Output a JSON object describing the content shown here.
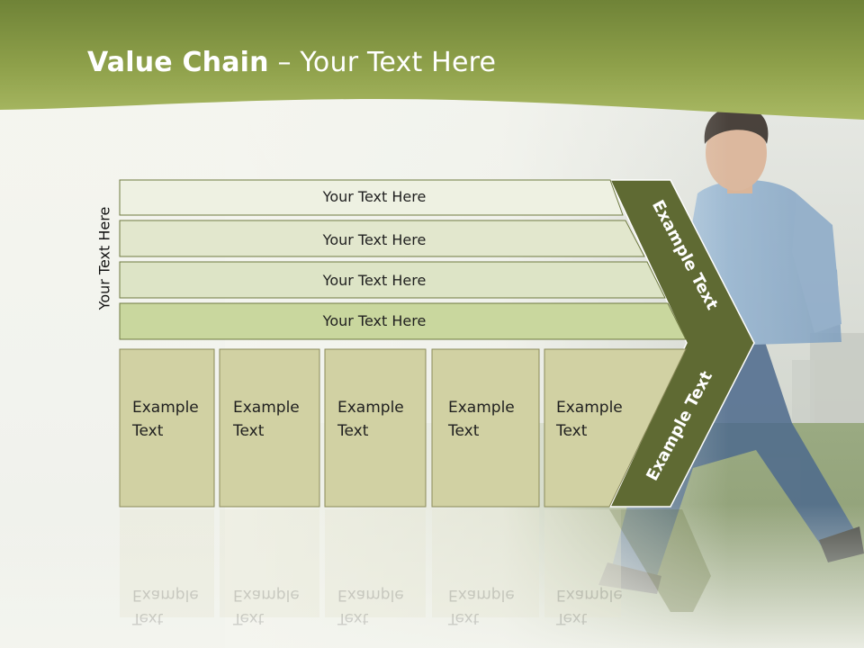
{
  "slide": {
    "title_bold": "Value Chain",
    "title_rest": " – Your Text Here",
    "vertical_label": "Your Text Here"
  },
  "bars": [
    {
      "label": "Your Text Here"
    },
    {
      "label": "Your Text Here"
    },
    {
      "label": "Your Text Here"
    },
    {
      "label": "Your Text Here"
    }
  ],
  "boxes": [
    {
      "line1": "Example",
      "line2": "Text"
    },
    {
      "line1": "Example",
      "line2": "Text"
    },
    {
      "line1": "Example",
      "line2": "Text"
    },
    {
      "line1": "Example",
      "line2": "Text"
    },
    {
      "line1": "Example",
      "line2": "Text"
    }
  ],
  "chevron": {
    "upper_label": "Example Text",
    "lower_label": "Example Text"
  },
  "colors": {
    "header_green": "#97a94f",
    "bar_fill": "#e3e8cf",
    "bar_fill_last": "#c9d79e",
    "box_fill": "#d0d0a0",
    "chevron_fill": "#5f6a33"
  }
}
